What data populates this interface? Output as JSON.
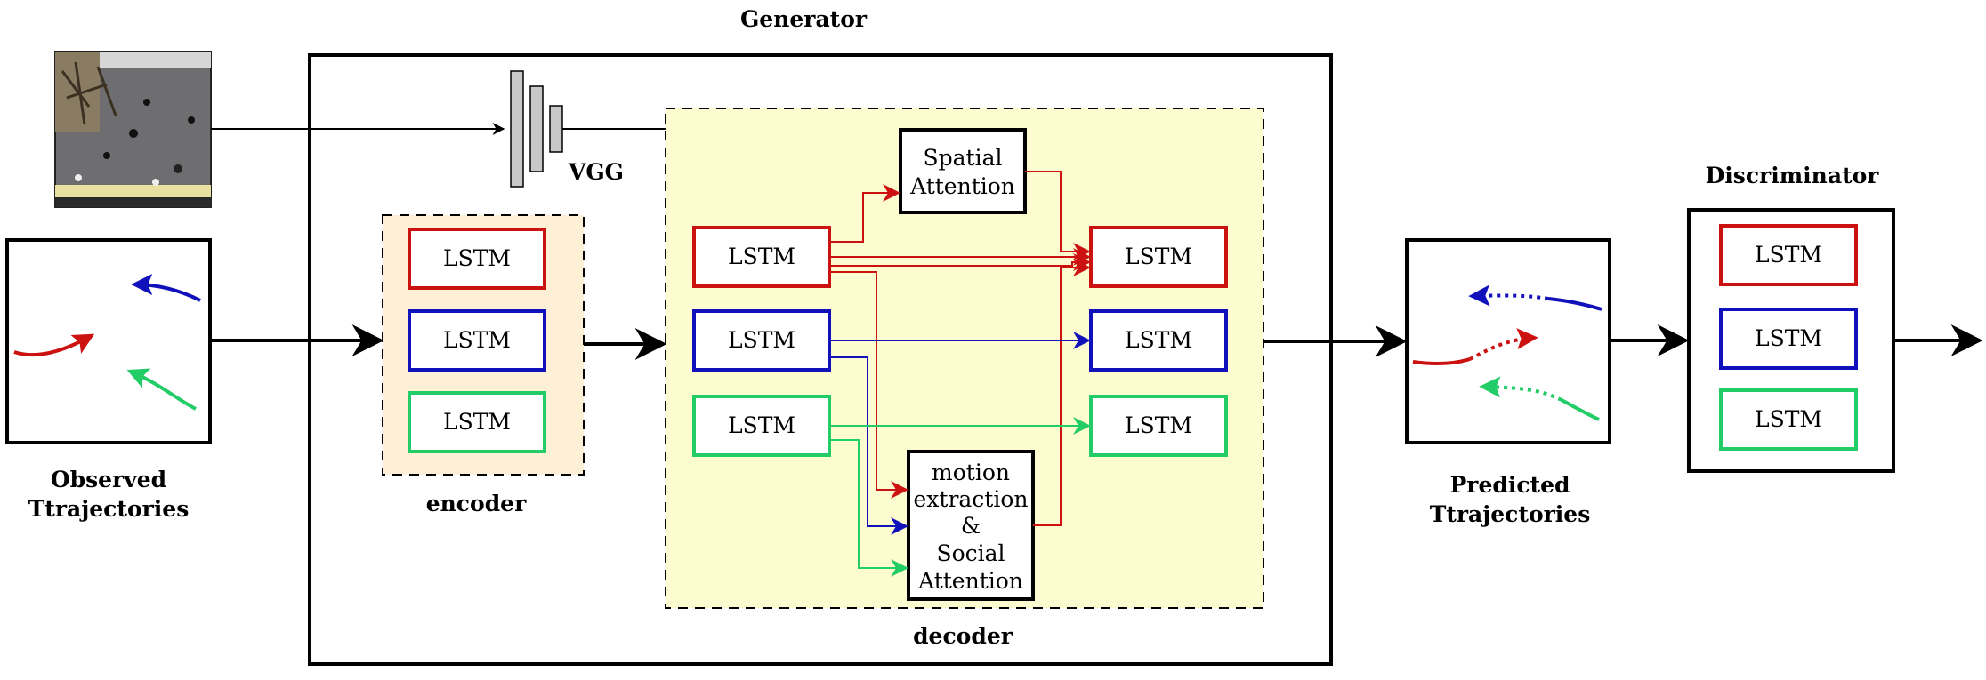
{
  "labels": {
    "generator": "Generator",
    "discriminator": "Discriminator",
    "vgg": "VGG",
    "encoder": "encoder",
    "decoder": "decoder",
    "observed_line1": "Observed",
    "observed_line2": "Ttrajectories",
    "predicted_line1": "Predicted",
    "predicted_line2": "Ttrajectories",
    "spatial_line1": "Spatial",
    "spatial_line2": "Attention",
    "motion_line1": "motion",
    "motion_line2": "extraction",
    "motion_line3": "&",
    "motion_line4": "Social",
    "motion_line5": "Attention",
    "lstm": "LSTM"
  },
  "colors": {
    "red": "#cc1111",
    "blue": "#1111bb",
    "green": "#22cc66",
    "encoder_fill": "#fdf0d6",
    "decoder_fill": "#fdfcd0",
    "vgg_fill": "#c8c8c8"
  },
  "icons": {
    "scene": "street-scene-thumbnail"
  }
}
